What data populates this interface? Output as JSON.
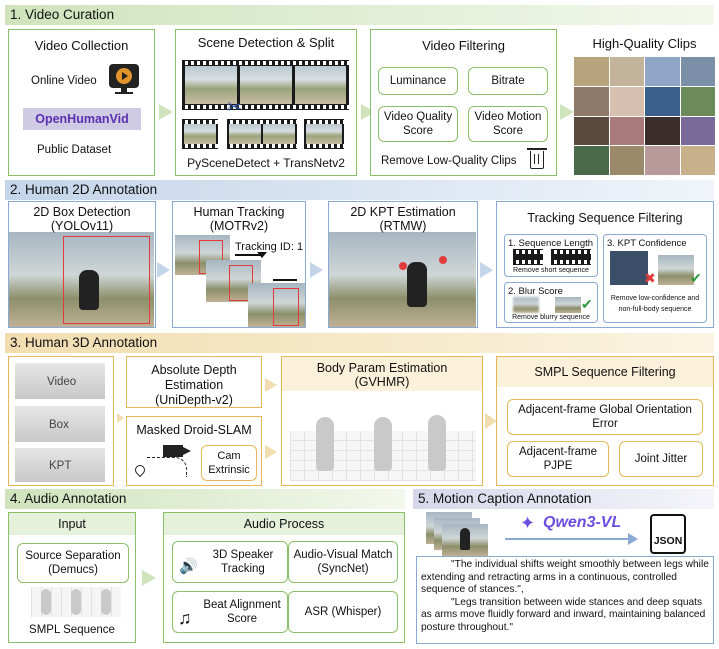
{
  "sections": {
    "video": "1. Video Curation",
    "human2d": "2. Human 2D Annotation",
    "human3d": "3. Human 3D Annotation",
    "audio": "4. Audio Annotation",
    "caption": "5. Motion Caption Annotation"
  },
  "video_curation": {
    "collection_title": "Video Collection",
    "online_video": "Online Video",
    "openhumanvid": "OpenHumanVid",
    "public_dataset": "Public Dataset",
    "scene_title": "Scene Detection & Split",
    "scene_tools": "PySceneDetect + TransNetv2",
    "filter_title": "Video Filtering",
    "luminance": "Luminance",
    "bitrate": "Bitrate",
    "quality_score": "Video Quality Score",
    "motion_score": "Video Motion Score",
    "remove_clips": "Remove Low-Quality Clips",
    "hq_title": "High-Quality Clips"
  },
  "human2d": {
    "box_title": "2D Box Detection",
    "box_model": "(YOLOv11)",
    "track_title": "Human Tracking",
    "track_model": "(MOTRv2)",
    "tracking_id": "Tracking ID: 1",
    "kpt_title": "2D KPT Estimation",
    "kpt_model": "(RTMW)",
    "filter_title": "Tracking Sequence Filtering",
    "seq_len": "1. Sequence Length",
    "seq_len_note": "Remove short sequence",
    "blur": "2. Blur Score",
    "blur_note": "Remove blurry sequence",
    "kpt_conf": "3. KPT Confidence",
    "kpt_conf_note": "Remove low-confidence and non-full-body sequence"
  },
  "human3d": {
    "video": "Video",
    "box": "Box",
    "kpt": "KPT",
    "depth_title": "Absolute Depth Estimation",
    "depth_model": "(UniDepth-v2)",
    "slam_title": "Masked Droid-SLAM",
    "cam": "Cam Extrinsic",
    "body_title": "Body Param Estimation",
    "body_model": "(GVHMR)",
    "smpl_title": "SMPL Sequence Filtering",
    "global_err": "Adjacent-frame Global Orientation Error",
    "pjpe": "Adjacent-frame PJPE",
    "jitter": "Joint Jitter"
  },
  "audio": {
    "input_title": "Input",
    "source_sep": "Source Separation (Demucs)",
    "smpl_seq": "SMPL Sequence",
    "process_title": "Audio Process",
    "speaker": "3D Speaker Tracking",
    "av_match": "Audio-Visual Match (SyncNet)",
    "beat": "Beat Alignment Score",
    "asr": "ASR (Whisper)"
  },
  "caption": {
    "model": "Qwen3-VL",
    "json": "JSON",
    "quote1": "\"The individual shifts weight smoothly between legs while extending and retracting arms in a continuous, controlled sequence of stances.\",",
    "quote2": "\"Legs transition between wide stances and deep squats as arms move fluidly forward and inward, maintaining balanced posture throughout.\""
  },
  "colors": {
    "green": "#8cc068",
    "blue": "#8aaad3",
    "orange": "#e8b75a",
    "purple": "#7a5fd6"
  }
}
